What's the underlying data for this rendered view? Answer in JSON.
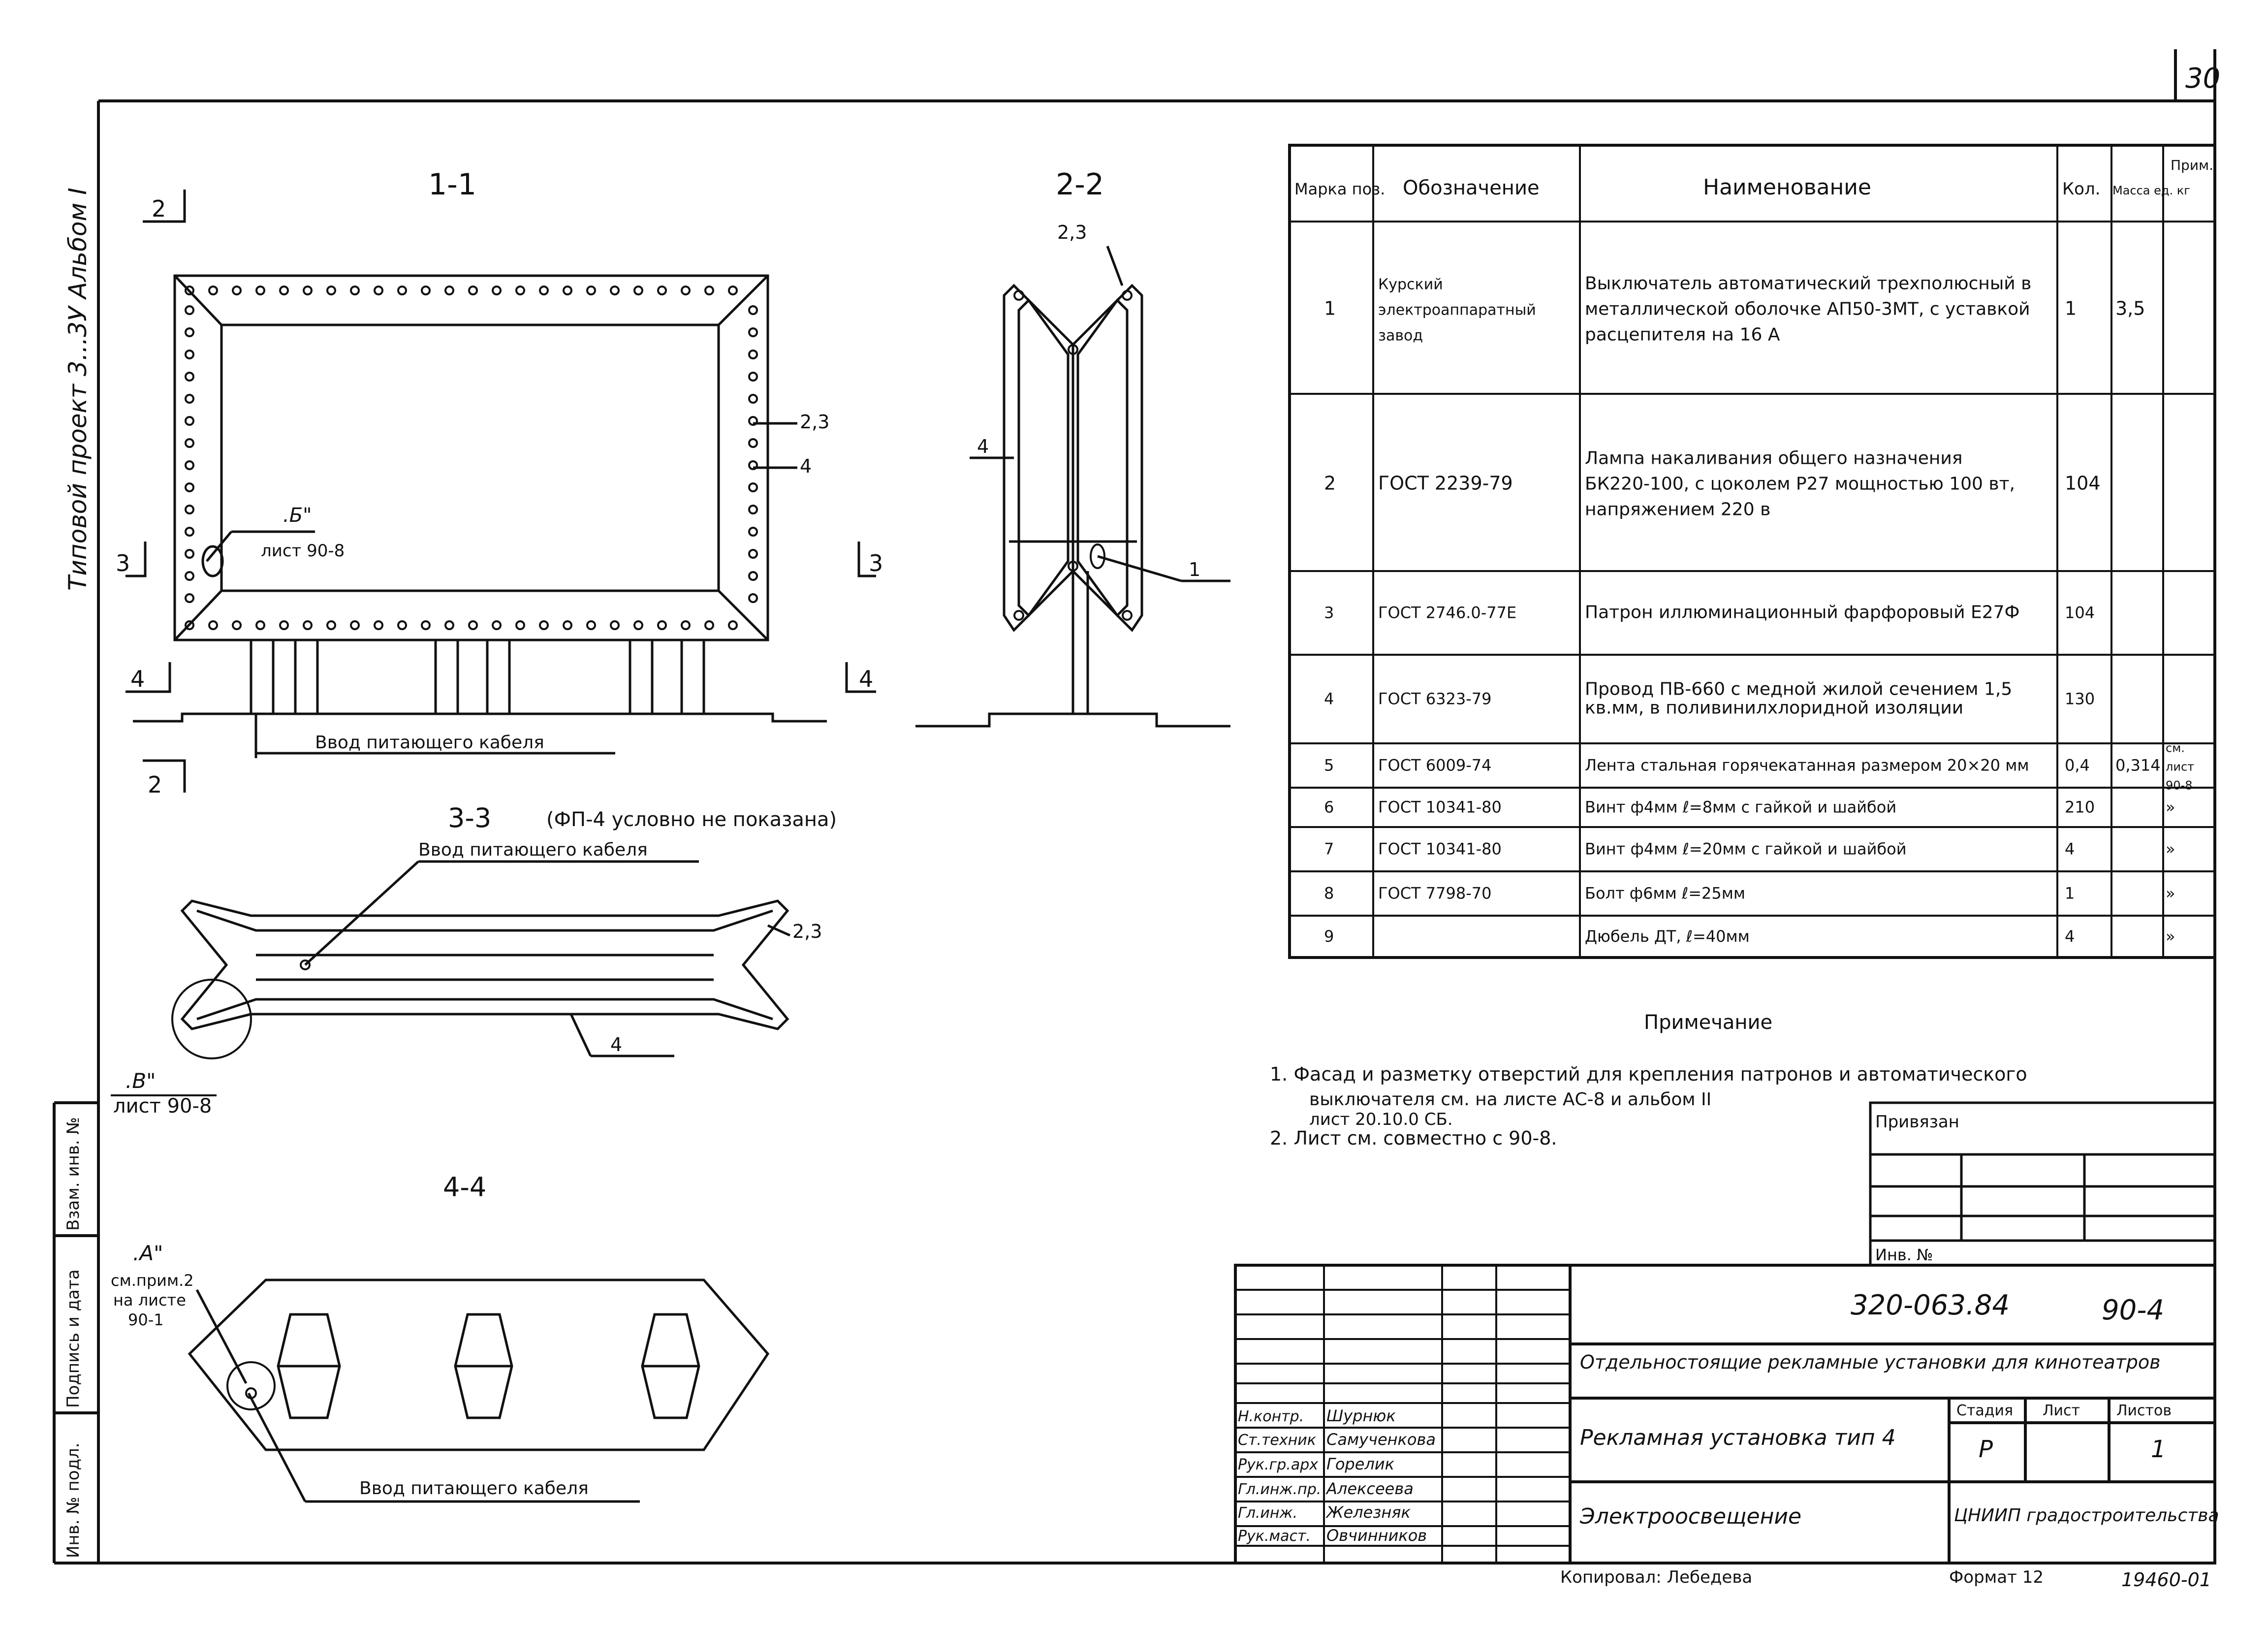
{
  "page_number": "30",
  "side_title": "Типовой проект 3...3У Альбом I",
  "side_stamp": {
    "col1": "Инв. № подл.",
    "col2": "Подпись и дата",
    "col3": "Взам. инв. №"
  },
  "views": {
    "v1": {
      "title": "1-1",
      "cut2_top": "2",
      "cut2_bottom": "2",
      "cut3_left": "3",
      "cut3_right": "3",
      "cut4_left": "4",
      "cut4_right": "4",
      "callout_b": ".Б\"",
      "callout_b_sheet": "лист 90-8",
      "pos_23": "2,3",
      "pos_4": "4",
      "cable_label": "Ввод питающего кабеля"
    },
    "v2": {
      "title": "2-2",
      "pos_23": "2,3",
      "pos_4": "4",
      "pos_1": "1"
    },
    "v3": {
      "title": "3-3",
      "subtitle": "(ФП-4 условно не показана)",
      "cable_label": "Ввод питающего кабеля",
      "pos_23": "2,3",
      "pos_4": "4",
      "callout_v": ".В\"",
      "callout_v_sheet": "лист 90-8"
    },
    "v4": {
      "title": "4-4",
      "callout_a": ".А\"",
      "callout_a_note1": "см.прим.2",
      "callout_a_note2": "на листе",
      "callout_a_note3": "90-1",
      "cable_label": "Ввод питающего кабеля"
    }
  },
  "spec_table": {
    "headers": {
      "pos": "Марка поз.",
      "designation": "Обозначение",
      "name": "Наименование",
      "qty": "Кол.",
      "mass": "Масса ед. кг",
      "note": "Прим."
    },
    "rows": [
      {
        "pos": "1",
        "designation": "Курский электроаппаратный завод",
        "name": "Выключатель автоматический трехполюсный в металлической оболочке АП50-3МТ, с уставкой расцепителя на 16 А",
        "qty": "1",
        "mass": "3,5",
        "note": ""
      },
      {
        "pos": "2",
        "designation": "ГОСТ 2239-79",
        "name": "Лампа накаливания общего назначения БК220-100, с цоколем Р27 мощностью 100 вт, напряжением 220 в",
        "qty": "104",
        "mass": "",
        "note": ""
      },
      {
        "pos": "3",
        "designation": "ГОСТ 2746.0-77Е",
        "name": "Патрон иллюминационный фарфоровый Е27Ф",
        "qty": "104",
        "mass": "",
        "note": ""
      },
      {
        "pos": "4",
        "designation": "ГОСТ 6323-79",
        "name": "Провод ПВ-660 с медной жилой сечением 1,5 кв.мм, в поливинилхлоридной изоляции",
        "qty": "130",
        "mass": "",
        "note": ""
      },
      {
        "pos": "5",
        "designation": "ГОСТ 6009-74",
        "name": "Лента стальная горячекатанная размером 20×20 мм",
        "qty": "0,4",
        "mass": "0,314",
        "note": "см. лист 90-8"
      },
      {
        "pos": "6",
        "designation": "ГОСТ 10341-80",
        "name": "Винт ф4мм ℓ=8мм с гайкой и шайбой",
        "qty": "210",
        "mass": "",
        "note": "»"
      },
      {
        "pos": "7",
        "designation": "ГОСТ 10341-80",
        "name": "Винт ф4мм ℓ=20мм с гайкой и шайбой",
        "qty": "4",
        "mass": "",
        "note": "»"
      },
      {
        "pos": "8",
        "designation": "ГОСТ 7798-70",
        "name": "Болт ф6мм ℓ=25мм",
        "qty": "1",
        "mass": "",
        "note": "»"
      },
      {
        "pos": "9",
        "designation": "",
        "name": "Дюбель ДТ, ℓ=40мм",
        "qty": "4",
        "mass": "",
        "note": "»"
      }
    ]
  },
  "notes": {
    "title": "Примечание",
    "n1a": "1. Фасад и разметку отверстий для крепления патронов и автоматического",
    "n1b": "выключателя см. на листе АС-8 и альбом II",
    "n1c": "лист 20.10.0 СБ.",
    "n2": "2. Лист см. совместно с 90-8."
  },
  "binding": {
    "title": "Привязан",
    "inv": "Инв. №"
  },
  "title_block": {
    "doc_code": "320-063.84",
    "sheet_code": "90-4",
    "project_title": "Отдельностоящие рекламные установки для кинотеатров",
    "drawing_title": "Рекламная установка тип 4",
    "section": "Электроосвещение",
    "org": "ЦНИИП градостроительства",
    "stage_label": "Стадия",
    "sheet_label": "Лист",
    "sheets_label": "Листов",
    "stage": "Р",
    "sheets": "1",
    "staff": [
      {
        "role": "Н.контр.",
        "name": "Шурнюк"
      },
      {
        "role": "Ст.техник",
        "name": "Самученкова"
      },
      {
        "role": "Рук.гр.арх",
        "name": "Горелик"
      },
      {
        "role": "Гл.инж.пр.",
        "name": "Алексеева"
      },
      {
        "role": "Гл.инж.",
        "name": "Железняк"
      },
      {
        "role": "Рук.маст.",
        "name": "Овчинников"
      }
    ],
    "copied_by": "Копировал: Лебедева",
    "format": "Формат 12",
    "archive_no": "19460-01"
  }
}
